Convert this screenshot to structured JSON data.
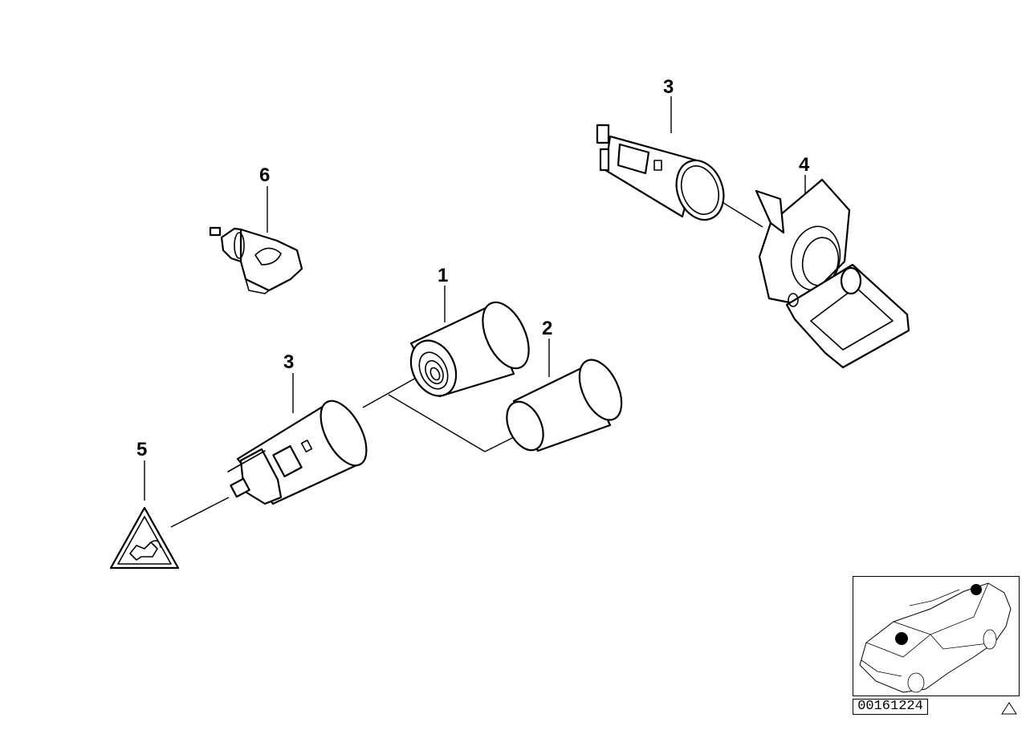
{
  "diagram": {
    "callouts": [
      "1",
      "2",
      "3",
      "3",
      "4",
      "5",
      "6"
    ],
    "reference_number": "00161224"
  },
  "icons": {
    "warning_label": "warning-triangle-hand-icon",
    "locator": "car-locator-icon",
    "corner": "small-warning-triangle-icon"
  }
}
